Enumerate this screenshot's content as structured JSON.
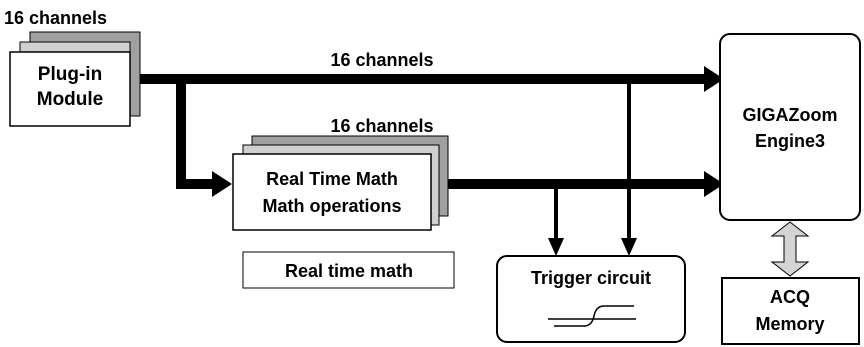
{
  "labels": {
    "top_left_channels": "16 channels",
    "top_bus_channels": "16 channels",
    "math_channels": "16 channels"
  },
  "blocks": {
    "plugin_line1": "Plug-in",
    "plugin_line2": "Module",
    "rtm_line1": "Real Time Math",
    "rtm_line2": "Math operations",
    "rtm_caption": "Real time math",
    "trigger": "Trigger circuit",
    "engine_line1": "GIGAZoom",
    "engine_line2": "Engine3",
    "acq_line1": "ACQ",
    "acq_line2": "Memory"
  },
  "colors": {
    "shadow": "#a0a0a0",
    "mid_layer": "#d0d0d0",
    "line": "#000000",
    "memory_arrow": "#d4d4d4"
  }
}
